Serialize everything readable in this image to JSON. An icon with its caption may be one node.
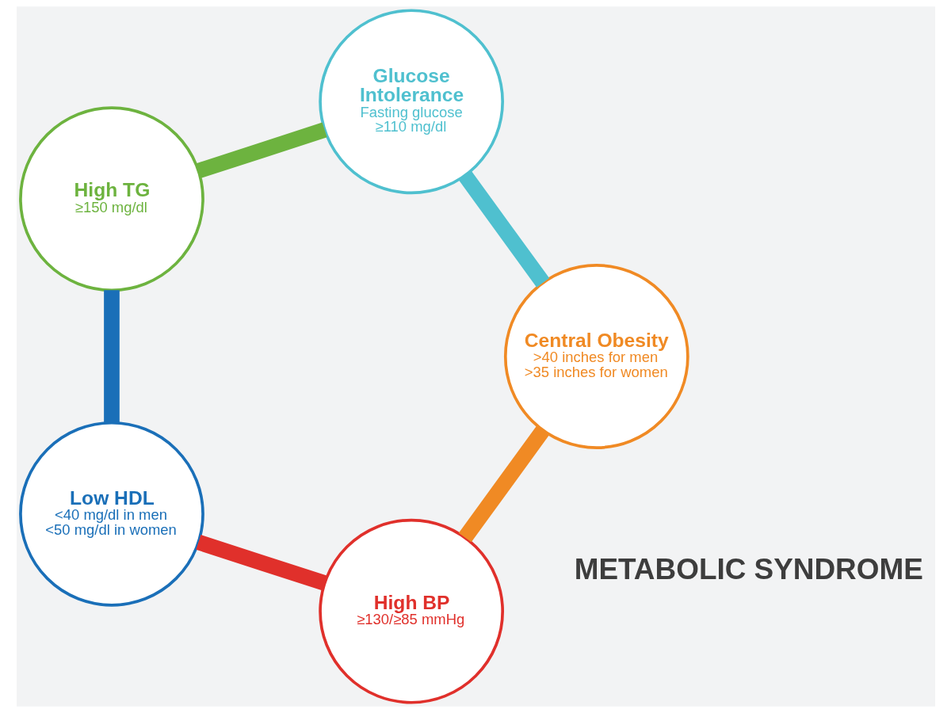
{
  "diagram": {
    "nodes": [
      {
        "text": [
          "High BP",
          "≥130/≥85 mmHg"
        ]
      },
      {
        "text": [
          "Central Obesity",
          ">40 inches for men",
          ">35 inches for women"
        ]
      },
      {
        "text": [
          "Low HDL",
          "<40 mg/dl in men",
          "<50 mg/dl in women"
        ]
      },
      {
        "text": [
          "Glucose Intolerance",
          "Fasting glucose ≥110 mg/dl"
        ]
      },
      {
        "text": [
          "High TG",
          "≥150 mg/dl"
        ]
      }
    ],
    "edges": [
      {
        "from": 0,
        "to": 2,
        "arrow": "none",
        "color": "#e0302b"
      },
      {
        "from": 2,
        "to": 4,
        "arrow": "none",
        "color": "#1a6fb8"
      },
      {
        "from": 4,
        "to": 3,
        "arrow": "none",
        "color": "#6db33f"
      },
      {
        "from": 3,
        "to": 1,
        "arrow": "none",
        "color": "#4fc0cf"
      },
      {
        "from": 1,
        "to": 0,
        "arrow": "none",
        "color": "#f08a24"
      }
    ],
    "labels": [
      "METABOLIC SYNDROME"
    ]
  }
}
